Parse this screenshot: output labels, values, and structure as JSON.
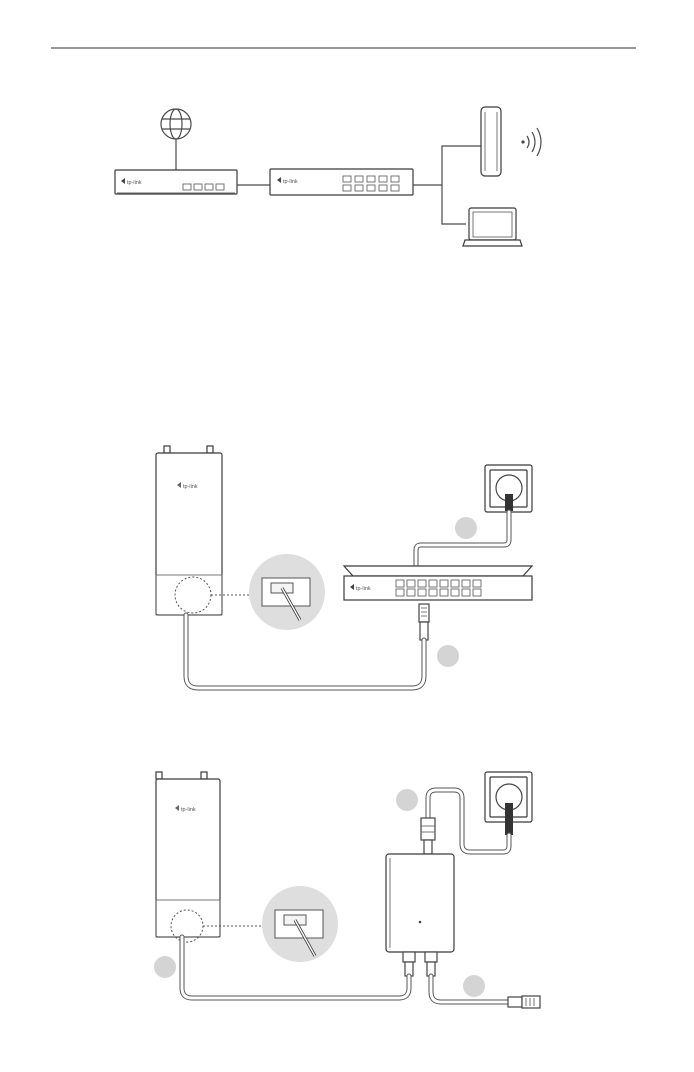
{
  "brand": {
    "logo_text": "tp-link"
  },
  "colors": {
    "line": "#4a4a4a",
    "badge": "#d4d4d4",
    "background": "#ffffff"
  },
  "sections": [
    {
      "id": "network-topology",
      "devices": [
        "internet-icon",
        "router",
        "switch",
        "access-point",
        "laptop"
      ]
    },
    {
      "id": "poe-switch-connection",
      "devices": [
        "outdoor-access-point",
        "poe-switch",
        "power-outlet"
      ]
    },
    {
      "id": "poe-adapter-connection",
      "devices": [
        "outdoor-access-point",
        "poe-injector",
        "power-outlet"
      ]
    }
  ]
}
